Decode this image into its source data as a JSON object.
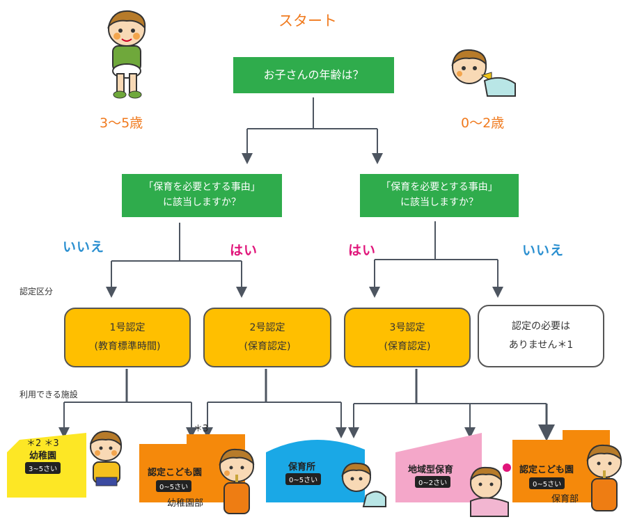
{
  "start_label": "スタート",
  "question_age": "お子さんの年齢は？",
  "age_left": "3〜5歳",
  "age_right": "0〜2歳",
  "q_left": {
    "line1": "「保育を必要とする事由」",
    "line2": "に該当しますか？"
  },
  "q_right": {
    "line1": "「保育を必要とする事由」",
    "line2": "に該当しますか？"
  },
  "answers": {
    "left_no": "いいえ",
    "left_yes": "はい",
    "right_yes": "はい",
    "right_no": "いいえ"
  },
  "section_cert": "認定区分",
  "section_facility": "利用できる施設",
  "certs": [
    {
      "line1": "1号認定",
      "line2": "(教育標準時間)"
    },
    {
      "line1": "2号認定",
      "line2": "(保育認定)"
    },
    {
      "line1": "3号認定",
      "line2": "(保育認定)"
    },
    {
      "line1": "認定の必要は",
      "line2": "ありません＊1"
    }
  ],
  "facilities": {
    "kindergarten": {
      "notes": "＊2 ＊3",
      "title": "幼稚園",
      "age": "3~5さい"
    },
    "kodomoen_kyoiku": {
      "note": "＊3",
      "title": "認定こども園",
      "age": "0~5さい",
      "sub": "幼稚園部"
    },
    "hoikusho": {
      "title": "保育所",
      "age": "0~5さい"
    },
    "chiiki": {
      "title": "地域型保育",
      "age": "0~2さい"
    },
    "kodomoen_hoiku": {
      "title": "認定こども園",
      "age": "0~5さい",
      "sub": "保育部"
    }
  },
  "colors": {
    "green": "#2fac4c",
    "cert_yellow": "#ffbf00",
    "orange": "#f07a1e",
    "blue": "#2a8fd0",
    "pink": "#e0157a"
  },
  "icons": [
    "child-with-drum-icon",
    "baby-crawling-icon",
    "child-with-flute-icon",
    "baby-with-rattle-icon"
  ]
}
